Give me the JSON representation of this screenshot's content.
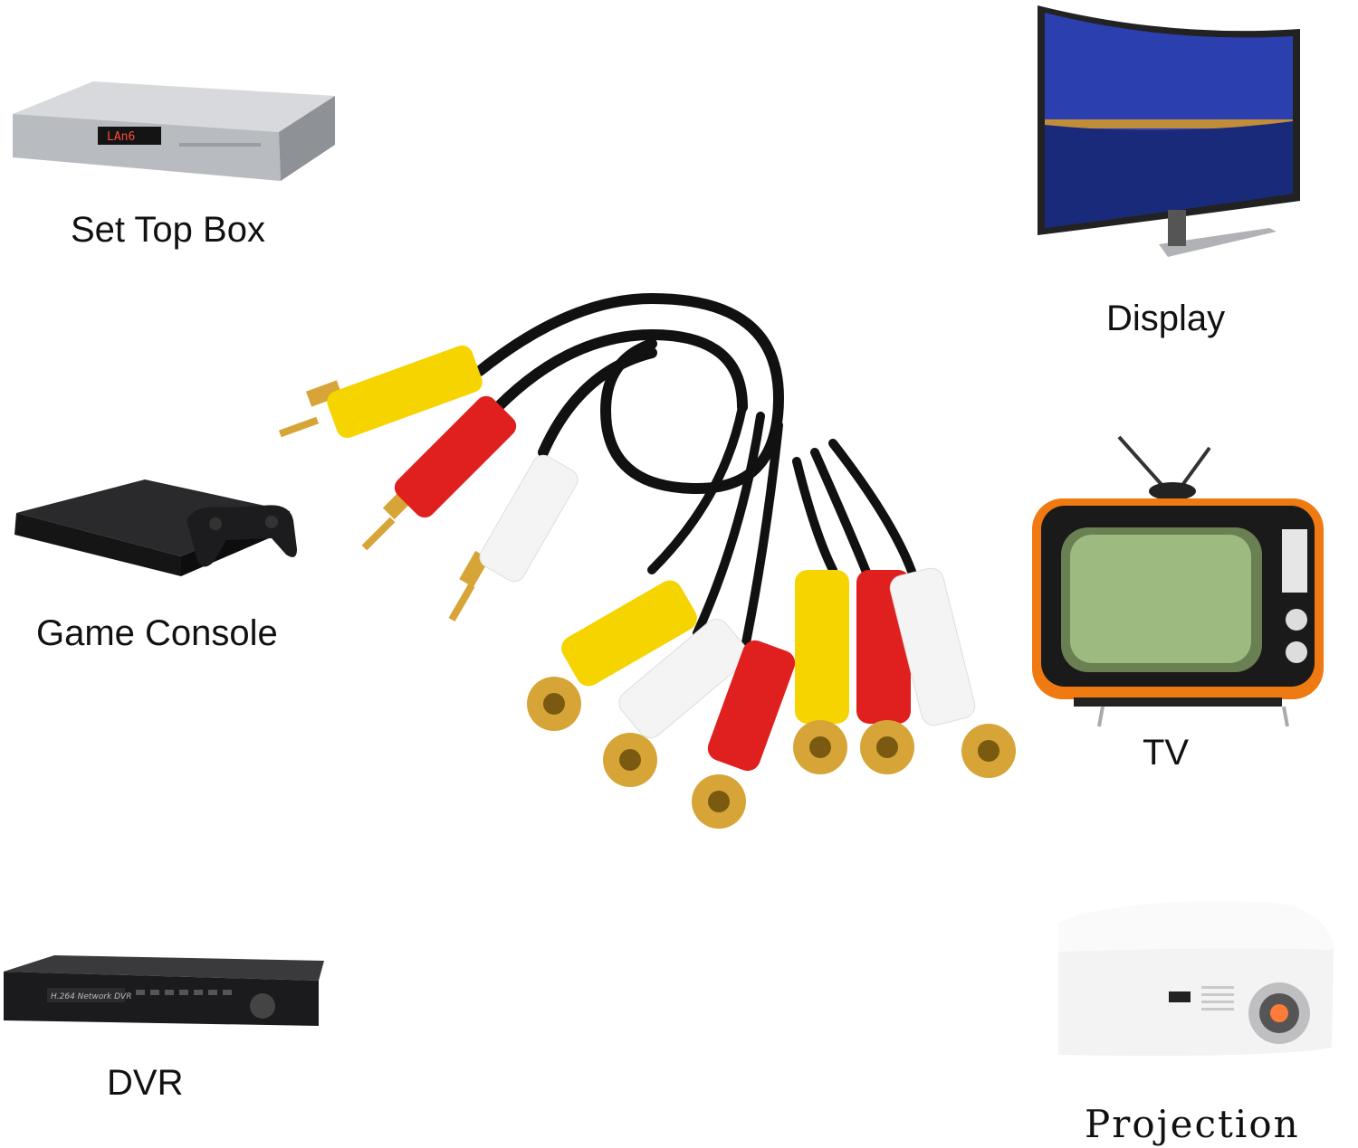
{
  "devices": {
    "set_top_box": {
      "label": "Set Top Box"
    },
    "game_console": {
      "label": "Game Console"
    },
    "dvr": {
      "label": "DVR",
      "panel_text": "H.264 Network DVR"
    },
    "display": {
      "label": "Display"
    },
    "tv": {
      "label": "TV"
    },
    "projection": {
      "label": "Projection"
    }
  },
  "colors": {
    "rca_yellow": "#f5d400",
    "rca_red": "#e0201e",
    "rca_white": "#f4f4f4",
    "gold": "#d7a437",
    "cable": "#111111",
    "tv_orange": "#f07a12"
  }
}
